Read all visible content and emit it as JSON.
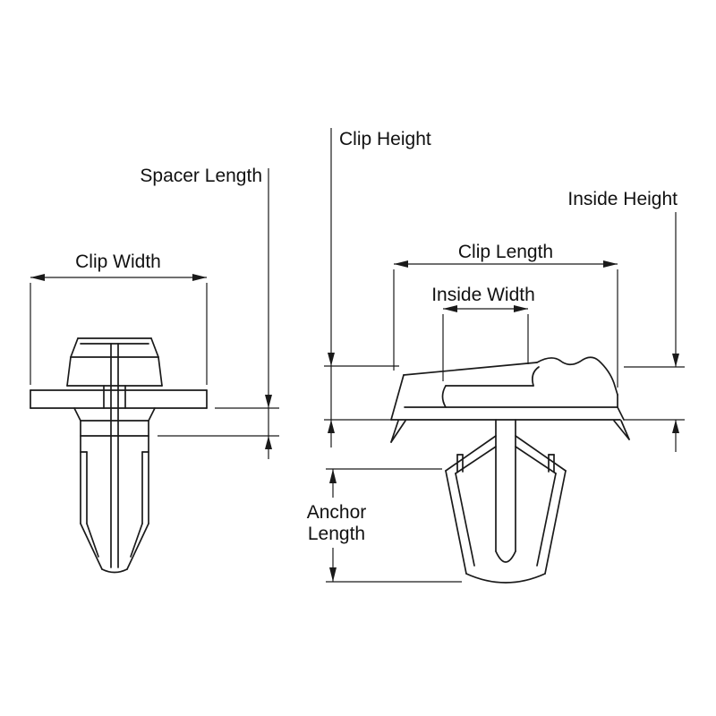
{
  "page": {
    "background_color": "#ffffff",
    "line_color": "#1a1a1a"
  },
  "diagram": {
    "labels": {
      "clip_width": "Clip Width",
      "spacer_length": "Spacer Length",
      "clip_height": "Clip Height",
      "inside_height": "Inside Height",
      "clip_length": "Clip Length",
      "inside_width": "Inside Width",
      "anchor_line1": "Anchor",
      "anchor_line2": "Length"
    }
  }
}
